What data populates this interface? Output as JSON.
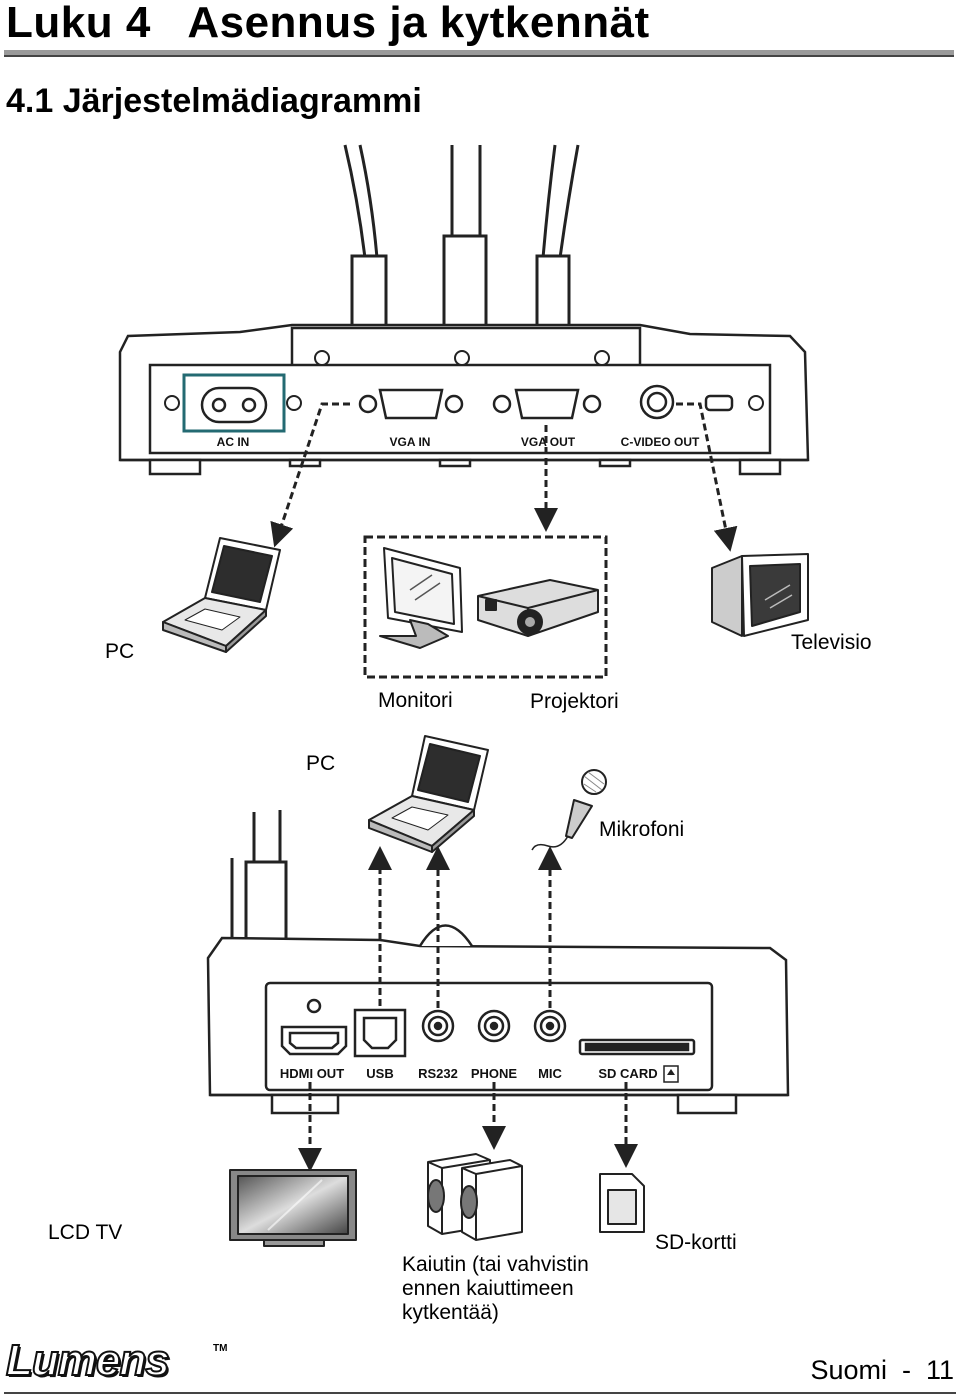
{
  "header": {
    "chapter_title": "Luku 4   Asennus ja kytkennät",
    "section_title": "4.1 Järjestelmädiagrammi"
  },
  "diagram_top": {
    "port_labels": [
      "AC IN",
      "VGA IN",
      "VGA OUT",
      "C-VIDEO OUT"
    ],
    "device_labels": {
      "pc": "PC",
      "monitor": "Monitori",
      "projector": "Projektori",
      "tv": "Televisio"
    }
  },
  "diagram_bottom": {
    "port_labels": [
      "HDMI OUT",
      "USB",
      "RS232",
      "PHONE",
      "MIC",
      "SD CARD"
    ],
    "device_labels": {
      "pc": "PC",
      "microphone": "Mikrofoni",
      "lcd_tv": "LCD TV",
      "speaker": "Kaiutin (tai vahvistin ennen kaiuttimeen kytkentää)",
      "sd_card": "SD-kortti"
    }
  },
  "footer": {
    "logo": "Lumens",
    "trademark": "TM",
    "page_label": "Suomi  -  11"
  }
}
